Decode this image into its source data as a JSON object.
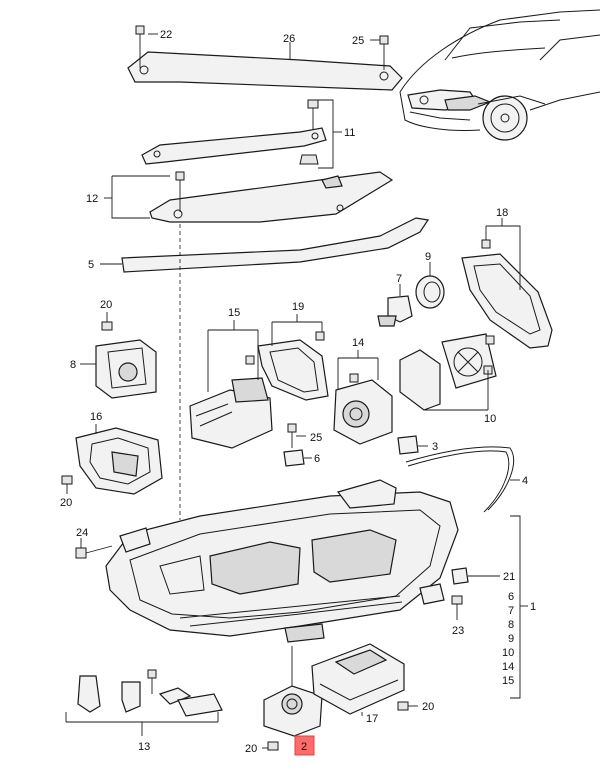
{
  "callouts": {
    "c22": "22",
    "c26": "26",
    "c25_top": "25",
    "c11": "11",
    "c12": "12",
    "c5": "5",
    "c18": "18",
    "c9": "9",
    "c7": "7",
    "c20_left": "20",
    "c15": "15",
    "c19": "19",
    "c14": "14",
    "c8": "8",
    "c10": "10",
    "c16": "16",
    "c25_mid": "25",
    "c6_mid": "6",
    "c3": "3",
    "c4": "4",
    "c20_mid": "20",
    "c24": "24",
    "c21": "21",
    "c1": "1",
    "c23": "23",
    "list_6": "6",
    "list_7": "7",
    "list_8": "8",
    "list_9": "9",
    "list_10": "10",
    "list_14": "14",
    "list_15": "15",
    "c13": "13",
    "c17": "17",
    "c20_right": "20",
    "c20_bottom": "20",
    "c2": "2"
  },
  "colors": {
    "highlight": "#ff6b6b",
    "line": "#1a1a1a"
  }
}
